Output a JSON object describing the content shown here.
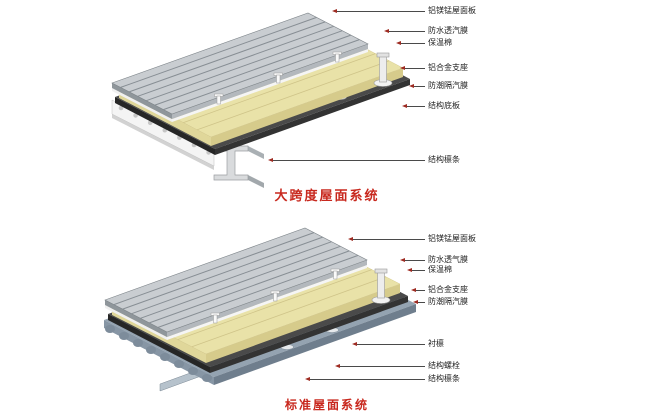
{
  "poster": {
    "background": "#ffffff",
    "accent_red": "#c8281e",
    "leader_line_color": "#4a4a4a",
    "arrowhead_color": "#9e2b22"
  },
  "diagrams": [
    {
      "id": "large-span",
      "title": "大跨度屋面系统",
      "labels": [
        "铝镁锰屋面板",
        "防水透汽膜",
        "保温棉",
        "铝合金支座",
        "防潮隔汽膜",
        "结构底板",
        "结构檩条"
      ]
    },
    {
      "id": "standard",
      "title": "标准屋面系统",
      "labels": [
        "铝镁锰屋面板",
        "防水透气膜",
        "保温棉",
        "铝合金支座",
        "防潮隔汽膜",
        "衬檩",
        "结构螺栓",
        "结构檩条"
      ]
    }
  ]
}
